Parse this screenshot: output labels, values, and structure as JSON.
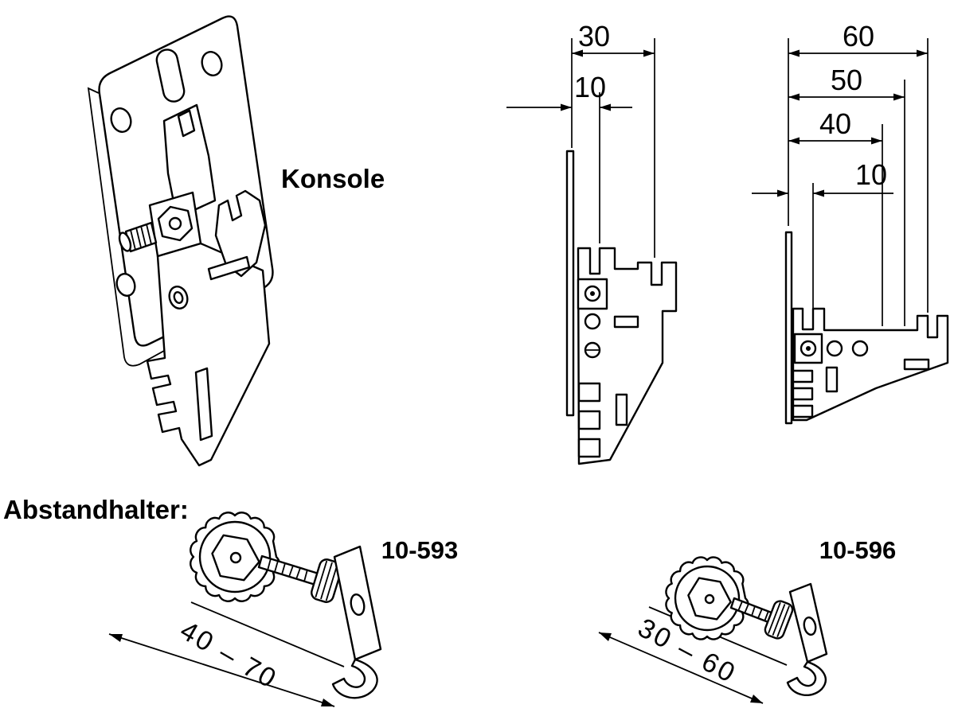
{
  "drawing": {
    "background": "#ffffff",
    "line_color": "#000000"
  },
  "labels": {
    "konsole": "Konsole",
    "abstandhalter": "Abstandhalter:"
  },
  "side_view_30": {
    "dim_width": "30",
    "dim_offset": "10"
  },
  "side_view_60": {
    "dim_width": "60",
    "dim_mid": "50",
    "dim_inner": "40",
    "dim_offset": "10"
  },
  "spacers": {
    "left": {
      "part_no": "10-593",
      "clamp_range": "40 – 70"
    },
    "right": {
      "part_no": "10-596",
      "clamp_range": "30 – 60"
    }
  }
}
